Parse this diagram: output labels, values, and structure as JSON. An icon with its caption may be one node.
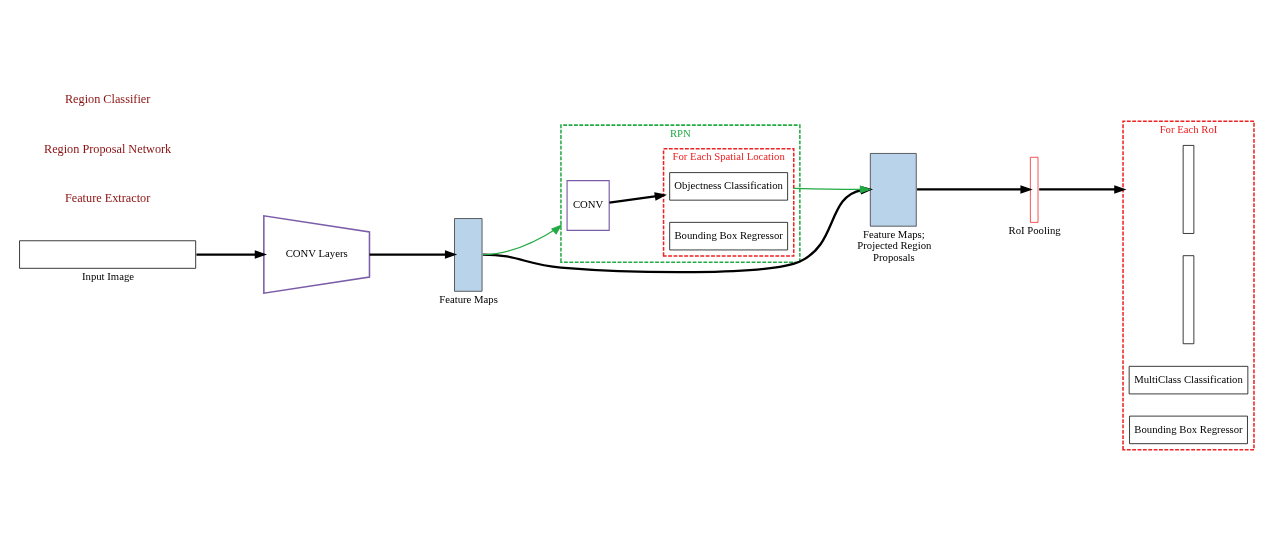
{
  "diagram": {
    "nodes": [
      {
        "text": [],
        "shape": "box",
        "beside": [
          "Input Image"
        ]
      },
      {
        "text": [
          "CONV Layers"
        ]
      },
      {
        "text": [],
        "shape": "box",
        "beside": [
          "Feature Maps"
        ]
      },
      {
        "text": [],
        "shape": "box",
        "beside": [
          "Feature Maps; Projected Region Proposals"
        ]
      },
      {
        "text": [],
        "shape": "bar",
        "beside": [
          "RoI Pooling"
        ]
      },
      {
        "text": [
          "RPN"
        ]
      },
      {
        "text": [
          "CONV"
        ],
        "in": 5
      },
      {
        "text": [
          "For Each Spatial Location"
        ],
        "in": 5
      },
      {
        "text": [
          "Objectness Classification"
        ],
        "in": 7
      },
      {
        "text": [
          "Bounding Box Regressor"
        ],
        "in": 7
      },
      {
        "text": [
          "For Each RoI"
        ]
      },
      {
        "text": [],
        "shape": "bar",
        "in": 10
      },
      {
        "text": [],
        "shape": "bar",
        "in": 10
      },
      {
        "text": [
          "MultiClass Classification"
        ],
        "in": 10
      },
      {
        "text": [
          "Bounding Box Regressor"
        ],
        "in": 10
      }
    ],
    "edges": [
      {
        "from": 0,
        "to": 1,
        "arrow": "to"
      },
      {
        "from": 1,
        "to": 2,
        "arrow": "to"
      },
      {
        "from": 2,
        "to": 3,
        "arrow": "to"
      },
      {
        "from": 3,
        "to": 4,
        "arrow": "to"
      },
      {
        "from": 4,
        "to": 10,
        "arrow": "to"
      },
      {
        "from": 6,
        "to": 7,
        "arrow": "to"
      },
      {
        "from": 2,
        "to": 5,
        "arrow": "to",
        "color": "#22aa44"
      },
      {
        "from": 7,
        "to": 3,
        "arrow": "to",
        "color": "#22aa44"
      }
    ],
    "labels": [
      "Feature Extractor",
      "Region Proposal Network",
      "Region Classifier"
    ]
  }
}
